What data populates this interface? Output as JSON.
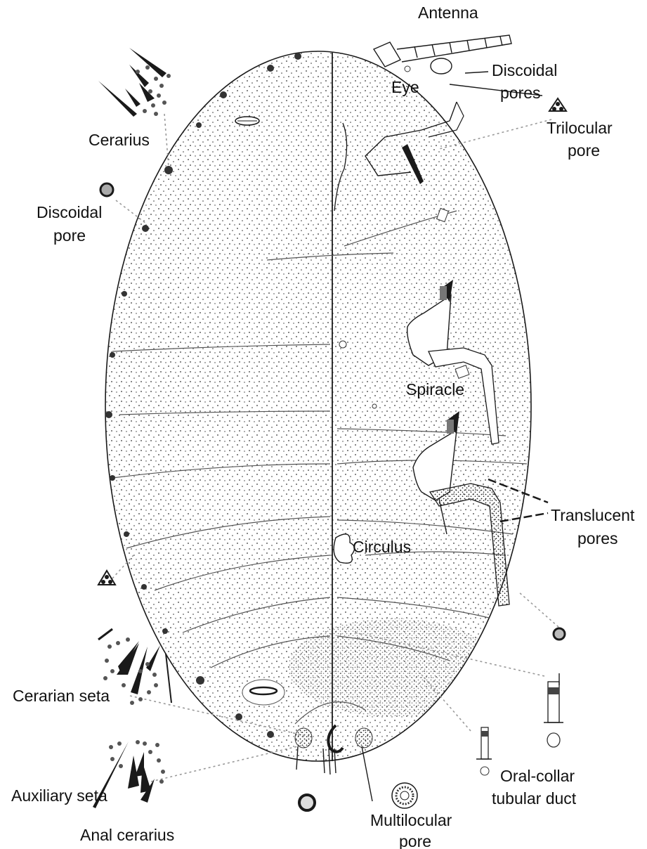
{
  "labels": {
    "antenna": "Antenna",
    "eye": "Eye",
    "discoidal_pores": [
      "Discoidal",
      "pores"
    ],
    "trilocular_pore": [
      "Trilocular",
      "pore"
    ],
    "cerarius": "Cerarius",
    "discoidal_pore": [
      "Discoidal",
      "pore"
    ],
    "spiracle": "Spiracle",
    "translucent_pores": [
      "Translucent",
      "pores"
    ],
    "circulus": "Circulus",
    "cerarian_seta": "Cerarian seta",
    "auxiliary_seta": "Auxiliary seta",
    "anal_cerarius": "Anal cerarius",
    "multilocular_pore": [
      "Multilocular",
      "pore"
    ],
    "oral_collar_tubular_duct": [
      "Oral-collar",
      "tubular duct"
    ]
  },
  "colors": {
    "ink": "#1a1a1a",
    "leader": "#9a9a9a",
    "background": "#ffffff"
  }
}
